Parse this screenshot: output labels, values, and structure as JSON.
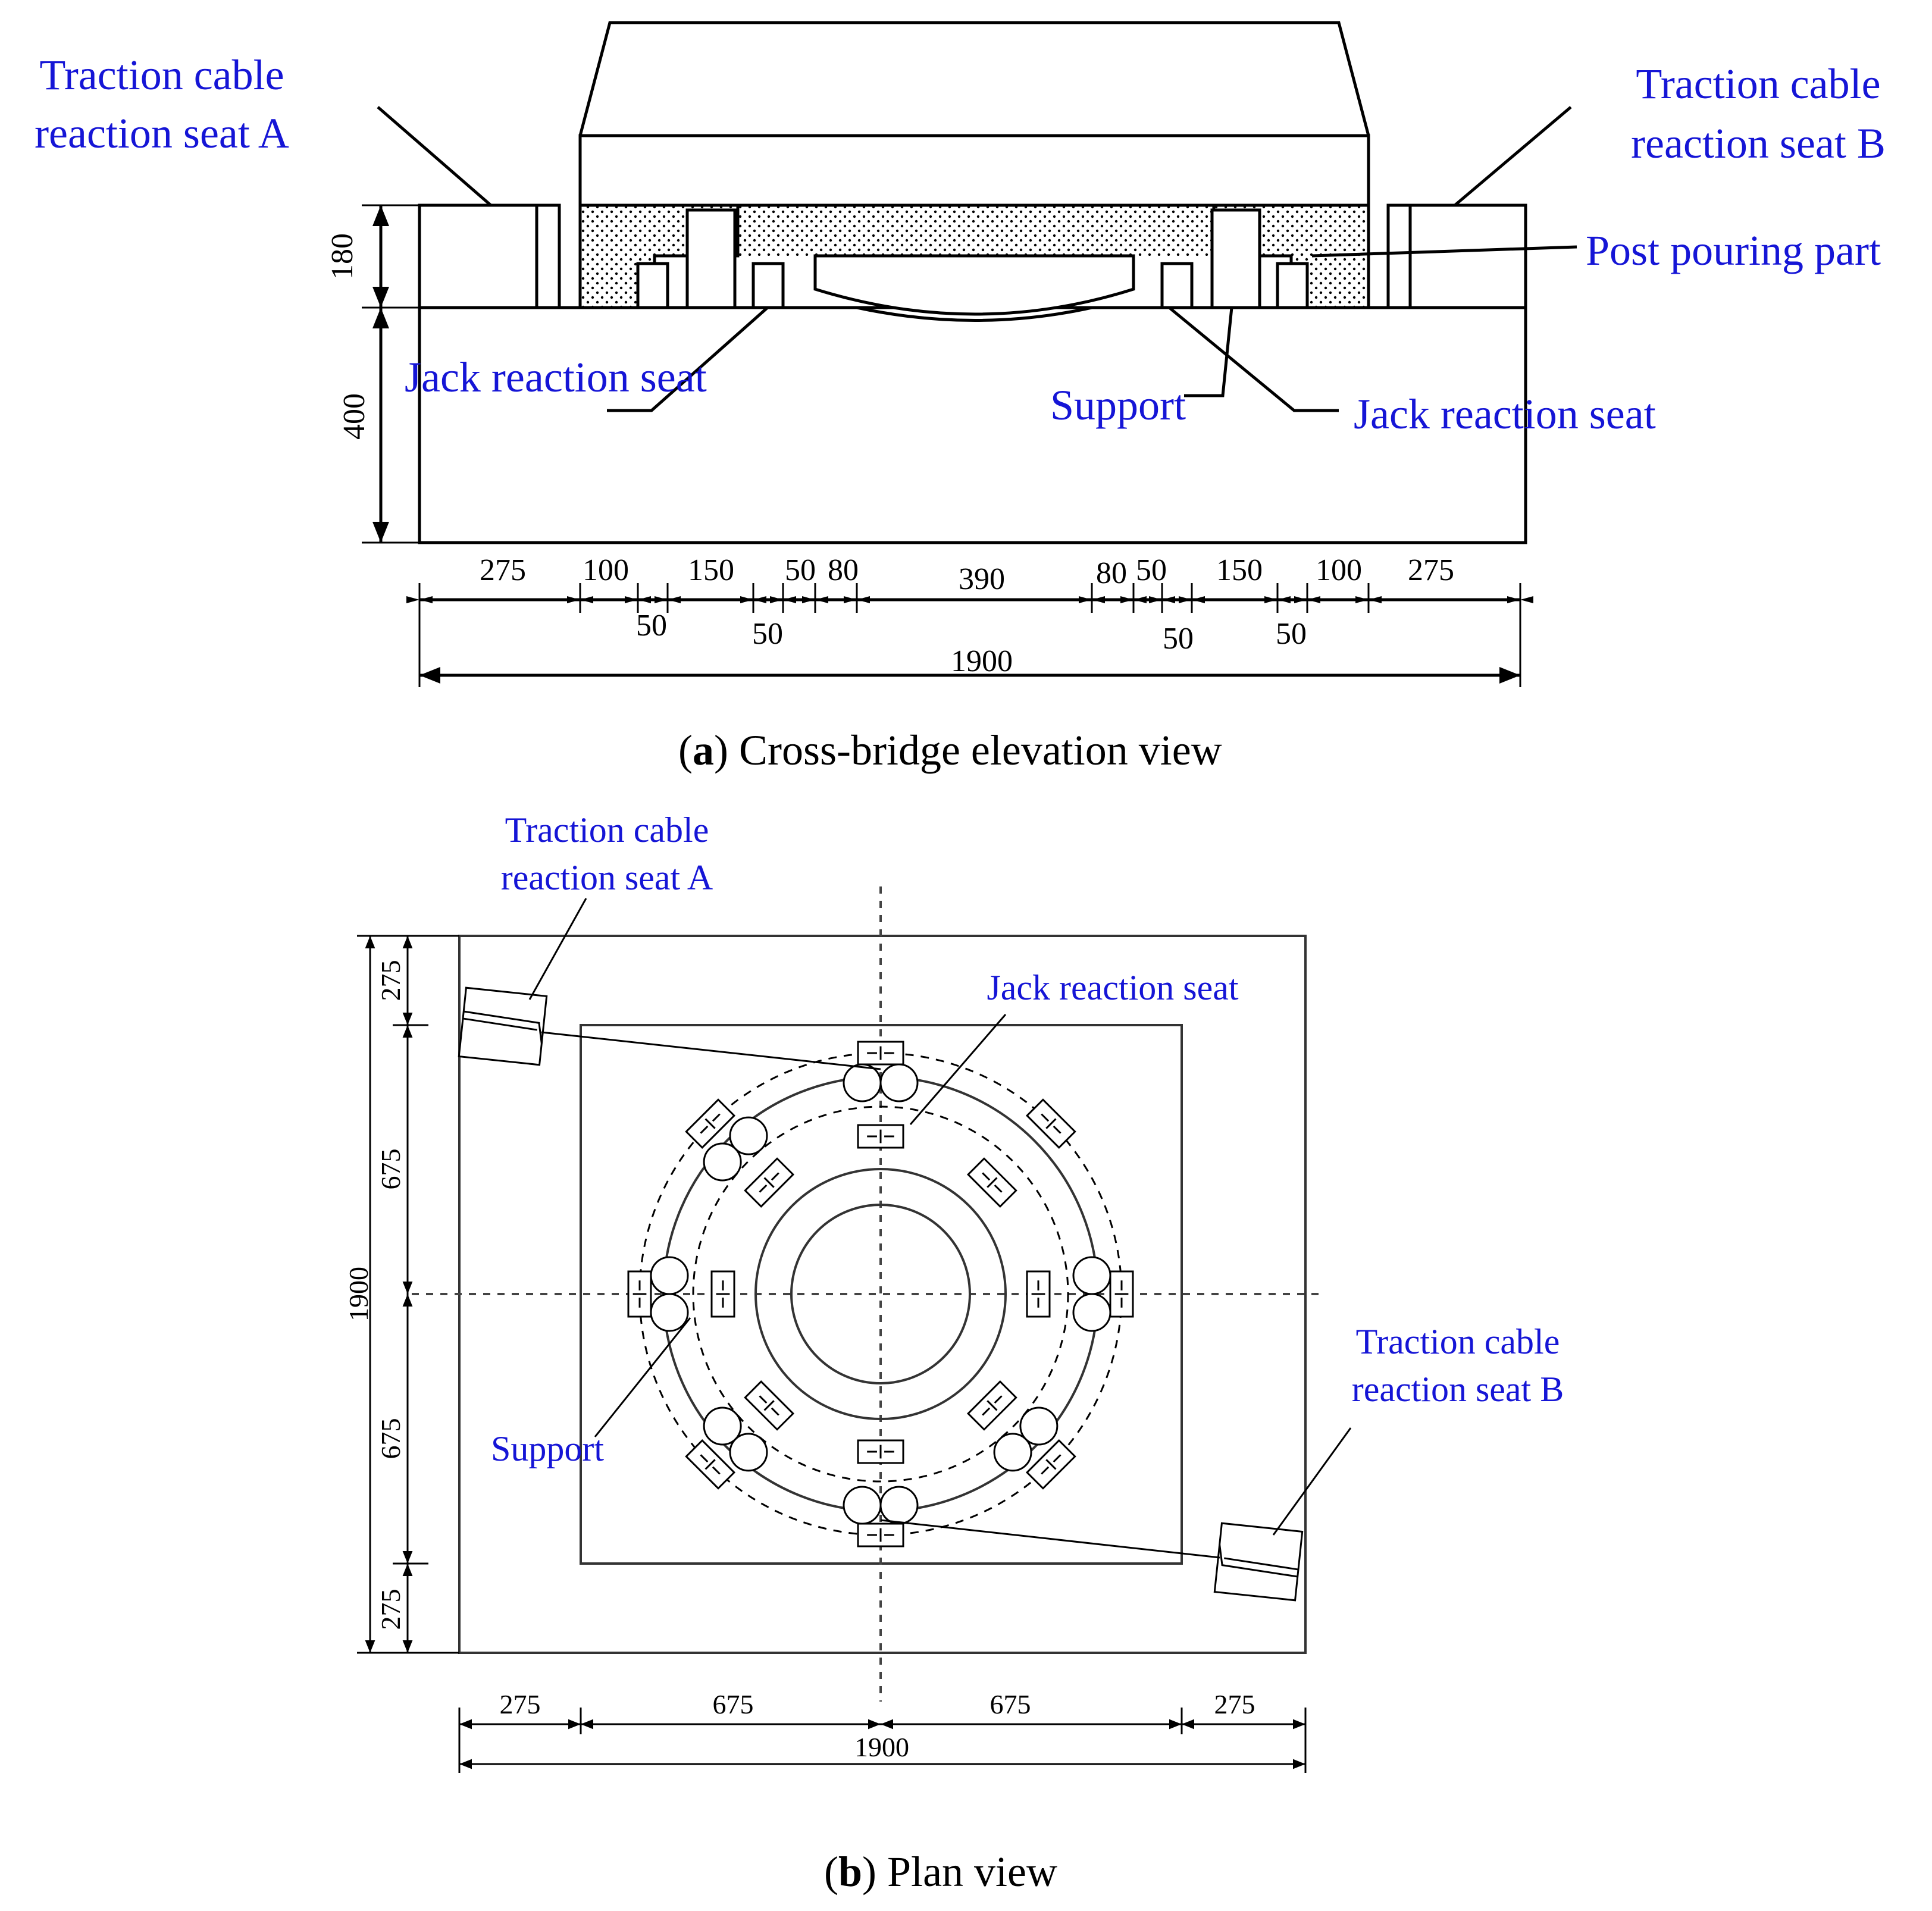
{
  "elevation": {
    "labels": {
      "seat_a_line1": "Traction cable",
      "seat_a_line2": "reaction seat A",
      "seat_b_line1": "Traction cable",
      "seat_b_line2": "reaction seat B",
      "post_pouring": "Post pouring part",
      "jack_left": "Jack reaction seat",
      "support": "Support",
      "jack_right": "Jack reaction seat"
    },
    "dims_vertical": [
      "180",
      "400"
    ],
    "dims_top_row": [
      "275",
      "100",
      "150",
      "50",
      "80",
      "390",
      "80",
      "50",
      "150",
      "100",
      "275"
    ],
    "dims_bottom_row": [
      "50",
      "50",
      "50",
      "50"
    ],
    "dims_total": "1900",
    "caption_bold": "a",
    "caption_rest": "Cross-bridge elevation view"
  },
  "plan": {
    "labels": {
      "seat_a_line1": "Traction cable",
      "seat_a_line2": "reaction seat A",
      "jack": "Jack reaction seat",
      "support": "Support",
      "seat_b_line1": "Traction cable",
      "seat_b_line2": "reaction seat B"
    },
    "dims_vertical": [
      "275",
      "675",
      "675",
      "275"
    ],
    "dims_vertical_total": "1900",
    "dims_horizontal": [
      "275",
      "675",
      "675",
      "275"
    ],
    "dims_horizontal_total": "1900",
    "caption_bold": "b",
    "caption_rest": "Plan view"
  }
}
